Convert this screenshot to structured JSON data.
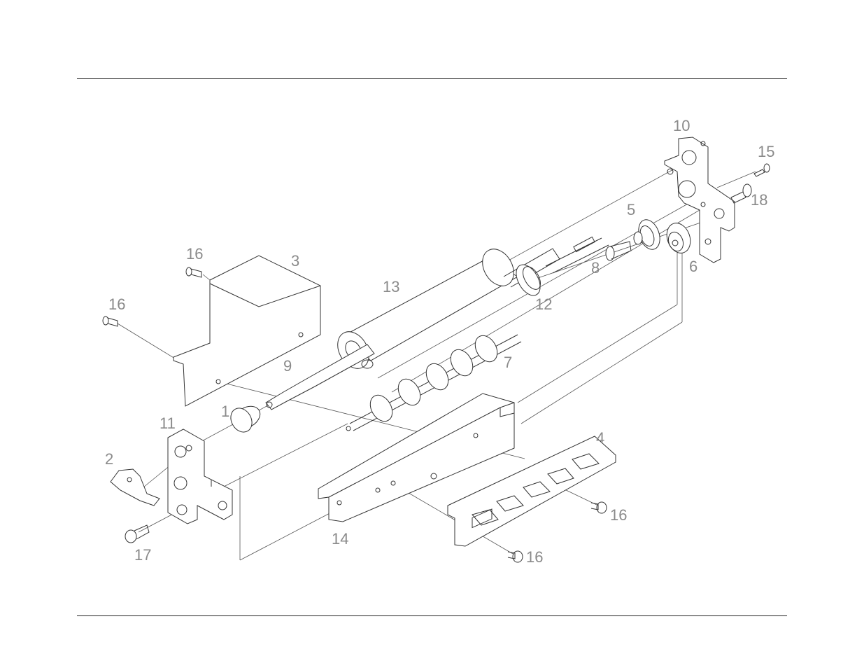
{
  "labels": {
    "l1": "1",
    "l2": "2",
    "l3": "3",
    "l4": "4",
    "l5": "5",
    "l6": "6",
    "l7": "7",
    "l8": "8",
    "l9": "9",
    "l10": "10",
    "l11": "11",
    "l12": "12",
    "l13": "13",
    "l14": "14",
    "l15": "15",
    "l16a": "16",
    "l16b": "16",
    "l16c": "16",
    "l16d": "16",
    "l17": "17",
    "l18": "18"
  }
}
